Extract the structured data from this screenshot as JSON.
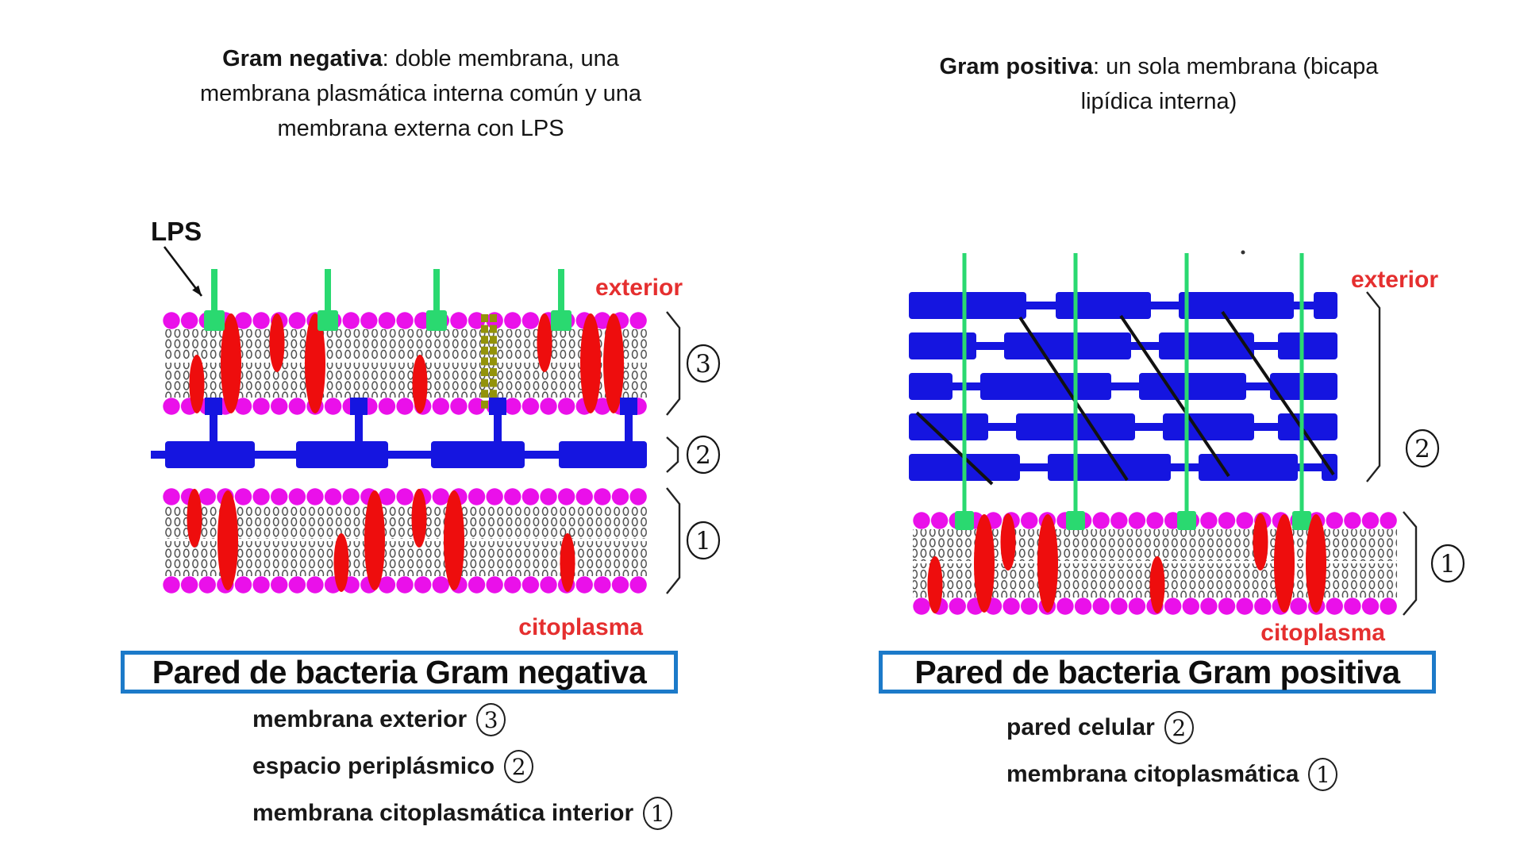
{
  "slide": {
    "background": "#ffffff"
  },
  "colors": {
    "magenta": "#ea10ea",
    "protein_red": "#ee0d0d",
    "label_red": "#e52f2f",
    "green": "#2ad970",
    "blue": "#1515e0",
    "olive": "#93930a",
    "tail_gray": "#4a4a4a",
    "box_border": "#1c7ac9",
    "ink": "#141414"
  },
  "left": {
    "heading": {
      "line1_bold": "Gram negativa",
      "line1_rest": ": doble membrana, una",
      "line2": "membrana plasmática interna común y una",
      "line3": "membrana externa con LPS"
    },
    "lps_label": "LPS",
    "exterior_label": "exterior",
    "citoplasma_label": "citoplasma",
    "numbers": {
      "outer": "3",
      "periplasm": "2",
      "inner": "1"
    },
    "box_title": "Pared de bacteria Gram negativa",
    "legend": [
      {
        "label": "membrana exterior",
        "number": "3"
      },
      {
        "label": "espacio periplásmico",
        "number": "2"
      },
      {
        "label": "membrana citoplasmática interior",
        "number": "1"
      }
    ]
  },
  "right": {
    "heading": {
      "line1_bold": "Gram positiva",
      "line1_rest": ": un sola membrana (bicapa",
      "line2": "lipídica interna)"
    },
    "exterior_label": "exterior",
    "citoplasma_label": "citoplasma",
    "numbers": {
      "wall": "2",
      "membrane": "1"
    },
    "box_title": "Pared de bacteria Gram positiva",
    "legend": [
      {
        "label": "pared celular",
        "number": "2"
      },
      {
        "label": "membrana citoplasmática",
        "number": "1"
      }
    ]
  }
}
